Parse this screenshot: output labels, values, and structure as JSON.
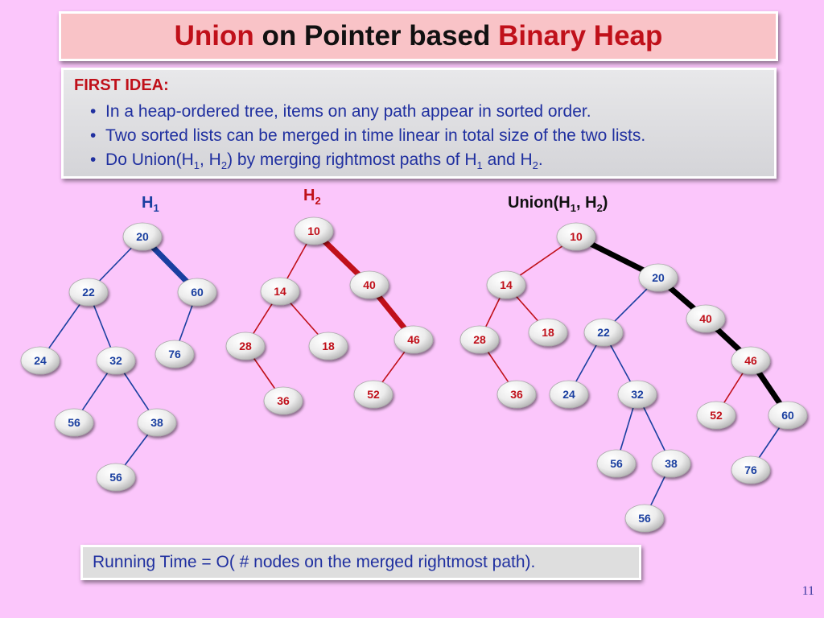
{
  "title": {
    "part1": "Union",
    "part2": " on Pointer based ",
    "part3": "Binary Heap"
  },
  "idea": {
    "heading": "FIRST IDEA:",
    "bullet1": "In a heap-ordered tree, items on any path appear in sorted order.",
    "bullet2": "Two sorted lists can be merged in time linear in total size of the two lists.",
    "bullet3": {
      "t1": "Do Union(H",
      "s1": "1",
      "t2": ", H",
      "s2": "2",
      "t3": ") by merging rightmost paths of H",
      "s3": "1",
      "t4": " and H",
      "s4": "2",
      "t5": "."
    }
  },
  "labels": {
    "h1": {
      "main": "H",
      "sub": "1"
    },
    "h2": {
      "main": "H",
      "sub": "2"
    },
    "union": {
      "t1": "Union(H",
      "s1": "1",
      "t2": ", H",
      "s2": "2",
      "t3": ")"
    }
  },
  "colors": {
    "blue": "#1a3fa0",
    "red": "#c0101a",
    "black": "#000000"
  },
  "trees": {
    "h1": {
      "nodes": [
        {
          "id": "a",
          "value": "20",
          "color": "blue"
        },
        {
          "id": "b",
          "value": "22",
          "color": "blue"
        },
        {
          "id": "c",
          "value": "60",
          "color": "blue"
        },
        {
          "id": "d",
          "value": "24",
          "color": "blue"
        },
        {
          "id": "e",
          "value": "32",
          "color": "blue"
        },
        {
          "id": "f",
          "value": "76",
          "color": "blue"
        },
        {
          "id": "g",
          "value": "56",
          "color": "blue"
        },
        {
          "id": "h",
          "value": "38",
          "color": "blue"
        },
        {
          "id": "i",
          "value": "56",
          "color": "blue"
        }
      ],
      "edges": [
        {
          "from": "a",
          "to": "b",
          "thick": false
        },
        {
          "from": "a",
          "to": "c",
          "thick": true
        },
        {
          "from": "b",
          "to": "d",
          "thick": false
        },
        {
          "from": "b",
          "to": "e",
          "thick": false
        },
        {
          "from": "c",
          "to": "f",
          "thick": false
        },
        {
          "from": "e",
          "to": "g",
          "thick": false
        },
        {
          "from": "e",
          "to": "h",
          "thick": false
        },
        {
          "from": "h",
          "to": "i",
          "thick": false
        }
      ],
      "edge_color": "blue"
    },
    "h2": {
      "nodes": [
        {
          "id": "a",
          "value": "10",
          "color": "red"
        },
        {
          "id": "b",
          "value": "14",
          "color": "red"
        },
        {
          "id": "c",
          "value": "40",
          "color": "red"
        },
        {
          "id": "d",
          "value": "28",
          "color": "red"
        },
        {
          "id": "e",
          "value": "18",
          "color": "red"
        },
        {
          "id": "f",
          "value": "46",
          "color": "red"
        },
        {
          "id": "g",
          "value": "36",
          "color": "red"
        },
        {
          "id": "h",
          "value": "52",
          "color": "red"
        }
      ],
      "edges": [
        {
          "from": "a",
          "to": "b",
          "thick": false
        },
        {
          "from": "a",
          "to": "c",
          "thick": true
        },
        {
          "from": "b",
          "to": "d",
          "thick": false
        },
        {
          "from": "b",
          "to": "e",
          "thick": false
        },
        {
          "from": "c",
          "to": "f",
          "thick": true
        },
        {
          "from": "d",
          "to": "g",
          "thick": false
        },
        {
          "from": "f",
          "to": "h",
          "thick": false
        }
      ],
      "edge_color": "red"
    },
    "union": {
      "nodes": [
        {
          "id": "a",
          "value": "10",
          "color": "red"
        },
        {
          "id": "b",
          "value": "14",
          "color": "red"
        },
        {
          "id": "c",
          "value": "20",
          "color": "blue"
        },
        {
          "id": "d",
          "value": "28",
          "color": "red"
        },
        {
          "id": "e",
          "value": "18",
          "color": "red"
        },
        {
          "id": "f",
          "value": "22",
          "color": "blue"
        },
        {
          "id": "g",
          "value": "40",
          "color": "red"
        },
        {
          "id": "h",
          "value": "36",
          "color": "red"
        },
        {
          "id": "i",
          "value": "24",
          "color": "blue"
        },
        {
          "id": "j",
          "value": "32",
          "color": "blue"
        },
        {
          "id": "k",
          "value": "46",
          "color": "red"
        },
        {
          "id": "l",
          "value": "52",
          "color": "red"
        },
        {
          "id": "m",
          "value": "60",
          "color": "blue"
        },
        {
          "id": "n",
          "value": "56",
          "color": "blue"
        },
        {
          "id": "o",
          "value": "38",
          "color": "blue"
        },
        {
          "id": "p",
          "value": "76",
          "color": "blue"
        },
        {
          "id": "q",
          "value": "56",
          "color": "blue"
        }
      ],
      "edges": [
        {
          "from": "a",
          "to": "b",
          "color": "red",
          "thick": false
        },
        {
          "from": "a",
          "to": "c",
          "color": "black",
          "thick": true
        },
        {
          "from": "b",
          "to": "d",
          "color": "red",
          "thick": false
        },
        {
          "from": "b",
          "to": "e",
          "color": "red",
          "thick": false
        },
        {
          "from": "d",
          "to": "h",
          "color": "red",
          "thick": false
        },
        {
          "from": "c",
          "to": "f",
          "color": "blue",
          "thick": false
        },
        {
          "from": "c",
          "to": "g",
          "color": "black",
          "thick": true
        },
        {
          "from": "g",
          "to": "k",
          "color": "black",
          "thick": true
        },
        {
          "from": "f",
          "to": "i",
          "color": "blue",
          "thick": false
        },
        {
          "from": "f",
          "to": "j",
          "color": "blue",
          "thick": false
        },
        {
          "from": "k",
          "to": "l",
          "color": "red",
          "thick": false
        },
        {
          "from": "k",
          "to": "m",
          "color": "black",
          "thick": true
        },
        {
          "from": "j",
          "to": "n",
          "color": "blue",
          "thick": false
        },
        {
          "from": "j",
          "to": "o",
          "color": "blue",
          "thick": false
        },
        {
          "from": "m",
          "to": "p",
          "color": "blue",
          "thick": false
        },
        {
          "from": "o",
          "to": "q",
          "color": "blue",
          "thick": false
        }
      ]
    }
  },
  "runtime": "Running Time = O( # nodes on the merged rightmost path).",
  "slide_number": "11"
}
